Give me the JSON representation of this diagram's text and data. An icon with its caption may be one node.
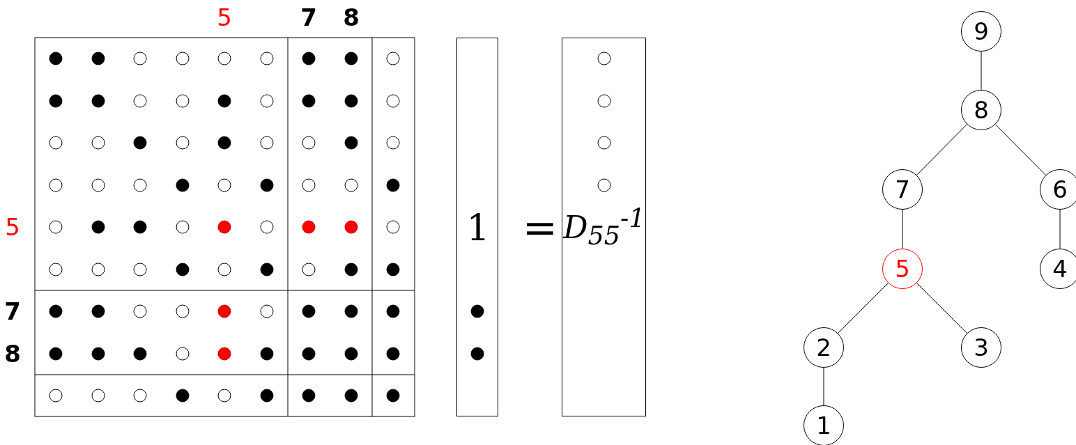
{
  "diagram": {
    "nodes": [
      {
        "text": [
          "1"
        ]
      },
      {
        "text": [
          "D$_{55}$$^{-1}$"
        ]
      },
      {
        "text": [
          "9"
        ]
      },
      {
        "text": [
          "8"
        ]
      },
      {
        "text": [
          "7"
        ]
      },
      {
        "text": [
          "6"
        ]
      },
      {
        "text": [
          "5"
        ]
      },
      {
        "text": [
          "4"
        ]
      },
      {
        "text": [
          "2"
        ]
      },
      {
        "text": [
          "3"
        ]
      },
      {
        "text": [
          "1"
        ]
      }
    ],
    "edges": [
      {
        "from": 2,
        "to": 3,
        "arrow": "none"
      },
      {
        "from": 3,
        "to": 4,
        "arrow": "none"
      },
      {
        "from": 3,
        "to": 5,
        "arrow": "none"
      },
      {
        "from": 4,
        "to": 6,
        "arrow": "none"
      },
      {
        "from": 5,
        "to": 7,
        "arrow": "none"
      },
      {
        "from": 6,
        "to": 8,
        "arrow": "none"
      },
      {
        "from": 6,
        "to": 9,
        "arrow": "none"
      },
      {
        "from": 8,
        "to": 10,
        "arrow": "none"
      }
    ],
    "labels": [
      "5",
      "7",
      "8",
      "5",
      "=",
      "7",
      "8"
    ]
  }
}
